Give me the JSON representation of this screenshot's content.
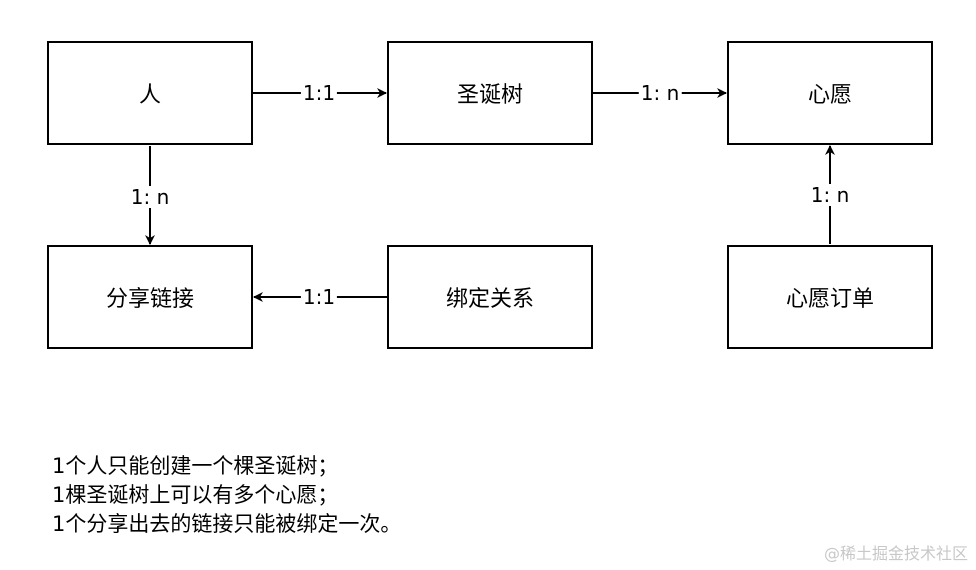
{
  "nodes": {
    "person": "人",
    "tree": "圣诞树",
    "wish": "心愿",
    "share_link": "分享链接",
    "binding": "绑定关系",
    "wish_order": "心愿订单"
  },
  "edges": {
    "person_tree": "1:1",
    "tree_wish": "1: n",
    "person_share": "1: n",
    "binding_share": "1:1",
    "order_wish": "1: n"
  },
  "notes": [
    "1个人只能创建一个棵圣诞树；",
    "1棵圣诞树上可以有多个心愿；",
    "1个分享出去的链接只能被绑定一次。"
  ],
  "watermark": "@稀土掘金技术社区"
}
